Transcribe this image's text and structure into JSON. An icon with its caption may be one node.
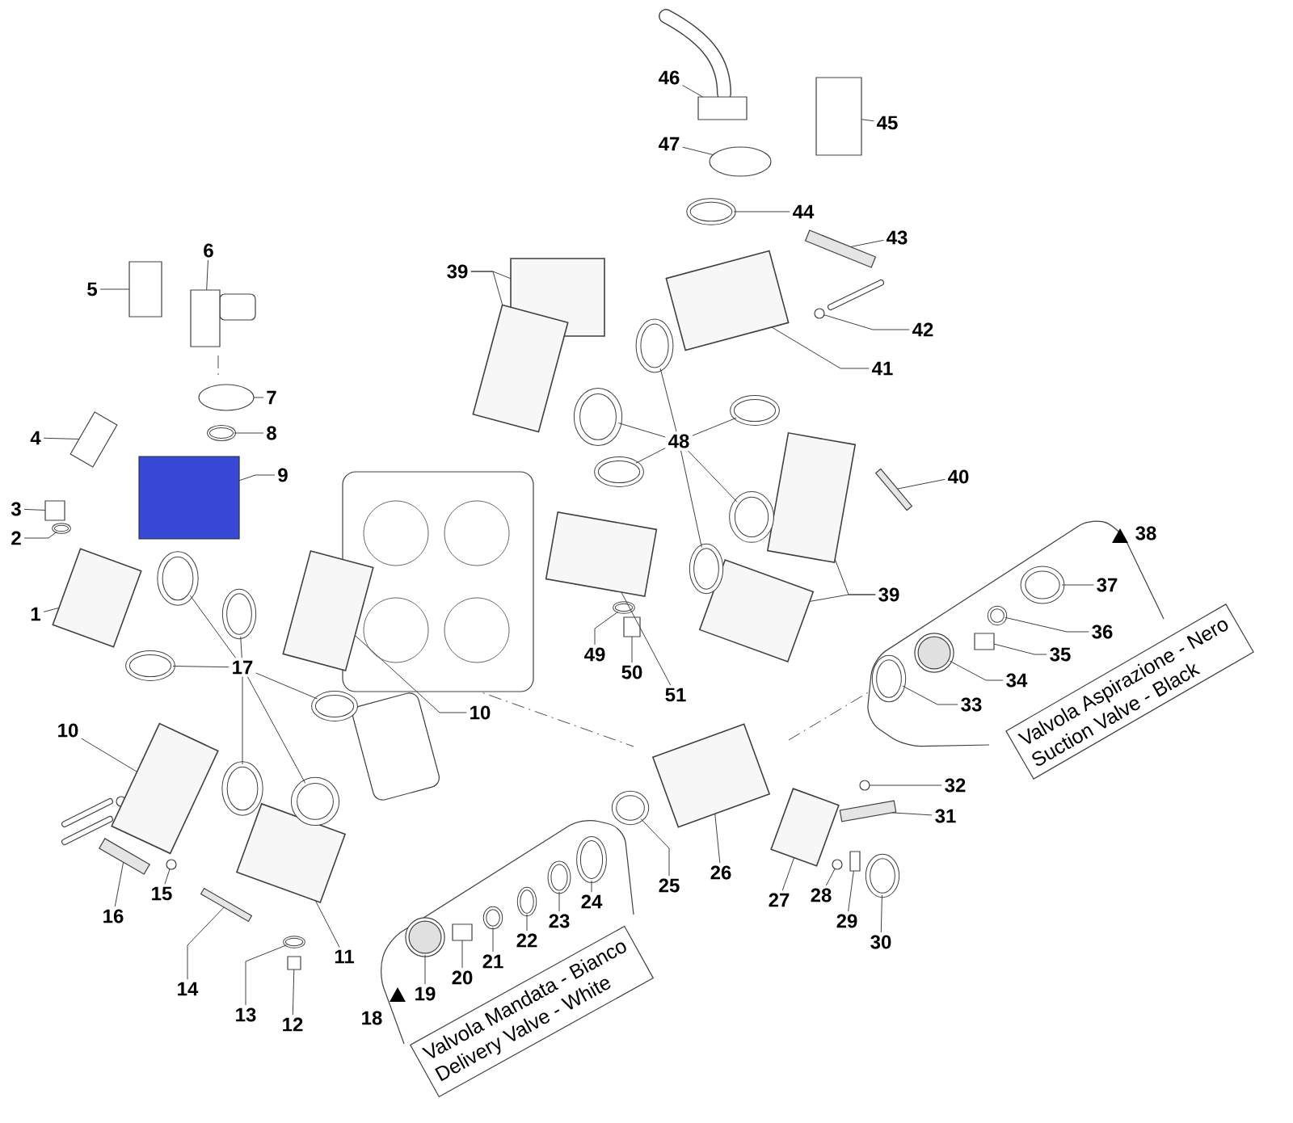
{
  "diagram": {
    "nodes": [
      {
        "text": [
          "1"
        ]
      },
      {
        "text": [
          "2"
        ]
      },
      {
        "text": [
          "3"
        ]
      },
      {
        "text": [
          "4"
        ]
      },
      {
        "text": [
          "5"
        ]
      },
      {
        "text": [
          "6"
        ]
      },
      {
        "text": [
          "7"
        ]
      },
      {
        "text": [
          "8"
        ]
      },
      {
        "text": [
          "9"
        ]
      },
      {
        "text": [
          "10"
        ]
      },
      {
        "text": [
          "10"
        ]
      },
      {
        "text": [
          "11"
        ]
      },
      {
        "text": [
          "12"
        ]
      },
      {
        "text": [
          "13"
        ]
      },
      {
        "text": [
          "14"
        ]
      },
      {
        "text": [
          "15"
        ]
      },
      {
        "text": [
          "16"
        ]
      },
      {
        "text": [
          "17"
        ]
      },
      {
        "text": [
          "18"
        ]
      },
      {
        "text": [
          "19"
        ]
      },
      {
        "text": [
          "20"
        ]
      },
      {
        "text": [
          "21"
        ]
      },
      {
        "text": [
          "22"
        ]
      },
      {
        "text": [
          "23"
        ]
      },
      {
        "text": [
          "24"
        ]
      },
      {
        "text": [
          "25"
        ]
      },
      {
        "text": [
          "26"
        ]
      },
      {
        "text": [
          "27"
        ]
      },
      {
        "text": [
          "28"
        ]
      },
      {
        "text": [
          "29"
        ]
      },
      {
        "text": [
          "30"
        ]
      },
      {
        "text": [
          "31"
        ]
      },
      {
        "text": [
          "32"
        ]
      },
      {
        "text": [
          "33"
        ]
      },
      {
        "text": [
          "34"
        ]
      },
      {
        "text": [
          "35"
        ]
      },
      {
        "text": [
          "36"
        ]
      },
      {
        "text": [
          "37"
        ]
      },
      {
        "text": [
          "38"
        ]
      },
      {
        "text": [
          "39"
        ]
      },
      {
        "text": [
          "39"
        ]
      },
      {
        "text": [
          "40"
        ]
      },
      {
        "text": [
          "41"
        ]
      },
      {
        "text": [
          "42"
        ]
      },
      {
        "text": [
          "43"
        ]
      },
      {
        "text": [
          "44"
        ]
      },
      {
        "text": [
          "45"
        ]
      },
      {
        "text": [
          "46"
        ]
      },
      {
        "text": [
          "47"
        ]
      },
      {
        "text": [
          "48"
        ]
      },
      {
        "text": [
          "49"
        ]
      },
      {
        "text": [
          "50"
        ]
      },
      {
        "text": [
          "51"
        ]
      },
      {
        "text": [
          "Valvola Aspirazione - Nero",
          "Suction Valve - Black"
        ]
      },
      {
        "text": [
          "Valvola Mandata - Bianco",
          "Delivery Valve - White"
        ]
      },
      {
        "text": [],
        "shape": "box"
      },
      {
        "text": [],
        "shape": "circle"
      },
      {
        "text": [],
        "shape": "box"
      },
      {
        "text": [],
        "shape": "box"
      },
      {
        "text": [],
        "shape": "box"
      },
      {
        "text": [],
        "shape": "box"
      },
      {
        "text": [],
        "shape": "circle"
      },
      {
        "text": [],
        "shape": "circle"
      },
      {
        "text": [],
        "shape": "box"
      },
      {
        "text": [],
        "shape": "box"
      },
      {
        "text": [],
        "shape": "box"
      },
      {
        "text": [],
        "shape": "box"
      },
      {
        "text": [],
        "shape": "box"
      },
      {
        "text": [],
        "shape": "circle"
      },
      {
        "text": [],
        "shape": "bar"
      },
      {
        "text": [],
        "shape": "circle"
      },
      {
        "text": [],
        "shape": "bar"
      },
      {
        "text": [],
        "shape": "circle"
      },
      {
        "text": [],
        "shape": "circle"
      },
      {
        "text": [],
        "shape": "circle"
      },
      {
        "text": [],
        "shape": "circle"
      },
      {
        "text": [],
        "shape": "circle"
      },
      {
        "text": [],
        "shape": "circle"
      },
      {
        "text": [],
        "shape": "circle"
      },
      {
        "text": [],
        "shape": "box"
      },
      {
        "text": [],
        "shape": "circle"
      },
      {
        "text": [],
        "shape": "circle"
      },
      {
        "text": [],
        "shape": "circle"
      },
      {
        "text": [],
        "shape": "circle"
      },
      {
        "text": [],
        "shape": "circle"
      },
      {
        "text": [],
        "shape": "box"
      },
      {
        "text": [],
        "shape": "box"
      },
      {
        "text": [],
        "shape": "circle"
      },
      {
        "text": [],
        "shape": "box"
      },
      {
        "text": [],
        "shape": "circle"
      },
      {
        "text": [],
        "shape": "bar"
      },
      {
        "text": [],
        "shape": "circle"
      },
      {
        "text": [],
        "shape": "circle"
      },
      {
        "text": [],
        "shape": "circle"
      },
      {
        "text": [],
        "shape": "box"
      },
      {
        "text": [],
        "shape": "circle"
      },
      {
        "text": [],
        "shape": "circle"
      },
      {
        "text": [],
        "shape": "box"
      },
      {
        "text": [],
        "shape": "box"
      },
      {
        "text": [],
        "shape": "box"
      },
      {
        "text": [],
        "shape": "box"
      },
      {
        "text": [],
        "shape": "bar"
      },
      {
        "text": [],
        "shape": "box"
      },
      {
        "text": [],
        "shape": "circle"
      },
      {
        "text": [],
        "shape": "bar"
      },
      {
        "text": [],
        "shape": "circle"
      },
      {
        "text": [],
        "shape": "box"
      },
      {
        "text": [],
        "shape": "box"
      },
      {
        "text": [],
        "shape": "circle"
      },
      {
        "text": [],
        "shape": "circle"
      },
      {
        "text": [],
        "shape": "circle"
      },
      {
        "text": [],
        "shape": "circle"
      },
      {
        "text": [],
        "shape": "circle"
      },
      {
        "text": [],
        "shape": "circle"
      },
      {
        "text": [],
        "shape": "circle"
      },
      {
        "text": [],
        "shape": "circle"
      },
      {
        "text": [],
        "shape": "box"
      },
      {
        "text": [],
        "shape": "box"
      }
    ],
    "edges": [
      {
        "from": 0,
        "to": 55,
        "arrow": "none"
      },
      {
        "from": 1,
        "to": 56,
        "arrow": "none"
      },
      {
        "from": 2,
        "to": 57,
        "arrow": "none"
      },
      {
        "from": 3,
        "to": 58,
        "arrow": "none"
      },
      {
        "from": 4,
        "to": 59,
        "arrow": "none"
      },
      {
        "from": 5,
        "to": 60,
        "arrow": "none"
      },
      {
        "from": 6,
        "to": 61,
        "arrow": "none"
      },
      {
        "from": 7,
        "to": 62,
        "arrow": "none"
      },
      {
        "from": 8,
        "to": 63,
        "arrow": "none"
      },
      {
        "from": 9,
        "to": 64,
        "arrow": "none"
      },
      {
        "from": 10,
        "to": 65,
        "arrow": "none"
      },
      {
        "from": 11,
        "to": 66,
        "arrow": "none"
      },
      {
        "from": 12,
        "to": 67,
        "arrow": "none"
      },
      {
        "from": 13,
        "to": 68,
        "arrow": "none"
      },
      {
        "from": 14,
        "to": 69,
        "arrow": "none"
      },
      {
        "from": 15,
        "to": 70,
        "arrow": "none"
      },
      {
        "from": 16,
        "to": 71,
        "arrow": "none"
      },
      {
        "from": 17,
        "to": 72,
        "arrow": "none"
      },
      {
        "from": 17,
        "to": 73,
        "arrow": "none"
      },
      {
        "from": 17,
        "to": 74,
        "arrow": "none"
      },
      {
        "from": 17,
        "to": 75,
        "arrow": "none"
      },
      {
        "from": 17,
        "to": 76,
        "arrow": "none"
      },
      {
        "from": 17,
        "to": 77,
        "arrow": "none"
      },
      {
        "from": 19,
        "to": 78,
        "arrow": "none"
      },
      {
        "from": 20,
        "to": 79,
        "arrow": "none"
      },
      {
        "from": 21,
        "to": 80,
        "arrow": "none"
      },
      {
        "from": 22,
        "to": 81,
        "arrow": "none"
      },
      {
        "from": 23,
        "to": 82,
        "arrow": "none"
      },
      {
        "from": 24,
        "to": 83,
        "arrow": "none"
      },
      {
        "from": 25,
        "to": 84,
        "arrow": "none"
      },
      {
        "from": 26,
        "to": 85,
        "arrow": "none"
      },
      {
        "from": 27,
        "to": 86,
        "arrow": "none"
      },
      {
        "from": 28,
        "to": 87,
        "arrow": "none"
      },
      {
        "from": 29,
        "to": 88,
        "arrow": "none"
      },
      {
        "from": 30,
        "to": 89,
        "arrow": "none"
      },
      {
        "from": 31,
        "to": 90,
        "arrow": "none"
      },
      {
        "from": 32,
        "to": 91,
        "arrow": "none"
      },
      {
        "from": 33,
        "to": 92,
        "arrow": "none"
      },
      {
        "from": 34,
        "to": 93,
        "arrow": "none"
      },
      {
        "from": 35,
        "to": 94,
        "arrow": "none"
      },
      {
        "from": 36,
        "to": 95,
        "arrow": "none"
      },
      {
        "from": 37,
        "to": 96,
        "arrow": "none"
      },
      {
        "from": 39,
        "to": 97,
        "arrow": "none"
      },
      {
        "from": 39,
        "to": 98,
        "arrow": "none"
      },
      {
        "from": 40,
        "to": 99,
        "arrow": "none"
      },
      {
        "from": 40,
        "to": 100,
        "arrow": "none"
      },
      {
        "from": 41,
        "to": 101,
        "arrow": "none"
      },
      {
        "from": 42,
        "to": 102,
        "arrow": "none"
      },
      {
        "from": 43,
        "to": 103,
        "arrow": "none"
      },
      {
        "from": 44,
        "to": 104,
        "arrow": "none"
      },
      {
        "from": 45,
        "to": 105,
        "arrow": "none"
      },
      {
        "from": 46,
        "to": 106,
        "arrow": "none"
      },
      {
        "from": 47,
        "to": 107,
        "arrow": "none"
      },
      {
        "from": 48,
        "to": 108,
        "arrow": "none"
      },
      {
        "from": 49,
        "to": 109,
        "arrow": "none"
      },
      {
        "from": 49,
        "to": 110,
        "arrow": "none"
      },
      {
        "from": 49,
        "to": 111,
        "arrow": "none"
      },
      {
        "from": 49,
        "to": 112,
        "arrow": "none"
      },
      {
        "from": 49,
        "to": 113,
        "arrow": "none"
      },
      {
        "from": 49,
        "to": 114,
        "arrow": "none"
      },
      {
        "from": 50,
        "to": 115,
        "arrow": "none"
      },
      {
        "from": 51,
        "to": 116,
        "arrow": "none"
      },
      {
        "from": 52,
        "to": 117,
        "arrow": "none"
      }
    ]
  }
}
